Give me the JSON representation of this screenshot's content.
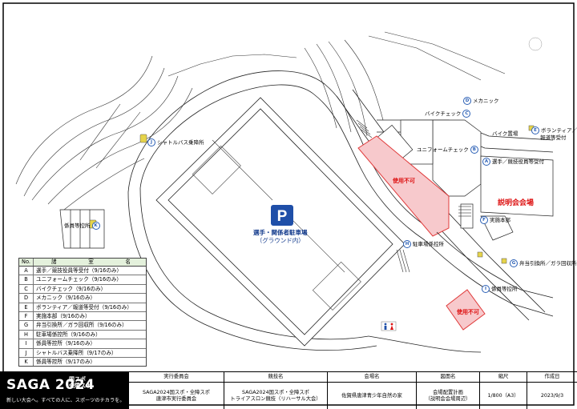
{
  "map": {
    "parking_symbol": "P",
    "parking_label_line1": "選手・関係者駐車場",
    "parking_label_line2": "（グラウンド内）",
    "venue_label": "説明会会場",
    "closed_label_1": "使用不可",
    "closed_label_2": "使用不可",
    "markers": [
      {
        "letter": "J",
        "text": "シャトルバス乗降所"
      },
      {
        "letter": "K",
        "text": "係員等控所"
      },
      {
        "letter": "D",
        "text": "メカニック"
      },
      {
        "letter": "C",
        "text": "バイクチェック"
      },
      {
        "letter": "B",
        "text": "ユニフォームチェック"
      },
      {
        "letter": "",
        "text": "バイク置場"
      },
      {
        "letter": "E",
        "text": "ボランティア／"
      },
      {
        "letter": "",
        "text": "報道等受付"
      },
      {
        "letter": "A",
        "text": "選手／競技役員等受付"
      },
      {
        "letter": "F",
        "text": "実施本部"
      },
      {
        "letter": "H",
        "text": "駐車場係控所"
      },
      {
        "letter": "G",
        "text": "弁当引換所／ガラ回収所"
      },
      {
        "letter": "I",
        "text": "係員等控所"
      }
    ],
    "icon_toilet": "toilet-icon",
    "icon_bus": "bus-icon"
  },
  "legend": {
    "header_no": "No.",
    "header_name": "諸　　　　　　室　　　　　　名",
    "rows": [
      {
        "no": "A",
        "name": "選手／競技役員等受付（9/16のみ）"
      },
      {
        "no": "B",
        "name": "ユニフォームチェック（9/16のみ）"
      },
      {
        "no": "C",
        "name": "バイクチェック（9/16のみ）"
      },
      {
        "no": "D",
        "name": "メカニック（9/16のみ）"
      },
      {
        "no": "E",
        "name": "ボランティア／報道等受付（9/16のみ）"
      },
      {
        "no": "F",
        "name": "実施本部（9/16のみ）"
      },
      {
        "no": "G",
        "name": "弁当引換所／ガラ回収所（9/16のみ）"
      },
      {
        "no": "H",
        "name": "駐車場係控所（9/16のみ）"
      },
      {
        "no": "I",
        "name": "係員等控所（9/16のみ）"
      },
      {
        "no": "J",
        "name": "シャトルバス乗降所（9/17のみ）"
      },
      {
        "no": "K",
        "name": "係員等控所（9/17のみ）"
      }
    ]
  },
  "footer": {
    "brand_main": "SAGA 2024",
    "brand_sub1": "国スポ",
    "brand_sub2": "全障スポ",
    "brand_tagline": "新しい大会へ。すべての人に、スポーツのチカラを。",
    "cols": [
      {
        "h": "実行委員会",
        "v1": "SAGA2024国スポ・全障スポ",
        "v2": "唐津市実行委員会"
      },
      {
        "h": "競技名",
        "v1": "SAGA2024国スポ・全障スポ",
        "v2": "トライアスロン競技（リハーサル大会）"
      },
      {
        "h": "会場名",
        "v1": "佐賀県唐津青少年自然の家",
        "v2": ""
      },
      {
        "h": "図面名",
        "v1": "会場配置計画",
        "v2": "（説明会会場周辺）"
      },
      {
        "h": "縮尺",
        "v1": "1/800（A3）",
        "v2": ""
      },
      {
        "h": "作成日",
        "v1": "2023/9/3",
        "v2": ""
      }
    ]
  },
  "colors": {
    "closed": "#f7c9cc",
    "closed_border": "#e03a3a",
    "venue": "#d11111",
    "marker": "#2a5fb5",
    "legend_header": "#e4f1dc",
    "parking": "#1f4fa8"
  }
}
